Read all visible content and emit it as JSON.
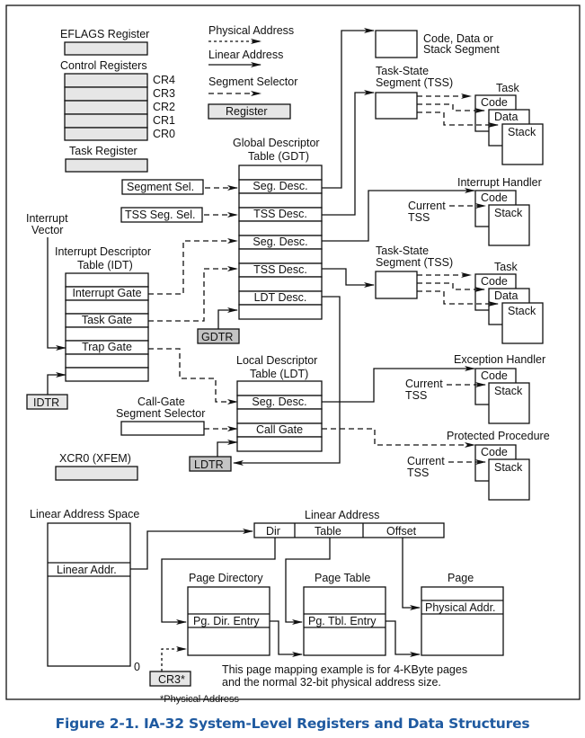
{
  "legend": {
    "physical_address": "Physical Address",
    "linear_address": "Linear Address",
    "segment_selector": "Segment Selector",
    "register": "Register"
  },
  "registers": {
    "eflags": "EFLAGS Register",
    "control": "Control Registers",
    "cr_names": [
      "CR4",
      "CR3",
      "CR2",
      "CR1",
      "CR0"
    ],
    "task": "Task Register",
    "xcr0": "XCR0 (XFEM)",
    "gdtr": "GDTR",
    "idtr": "IDTR",
    "ldtr": "LDTR",
    "cr3": "CR3*"
  },
  "gdt": {
    "title_line1": "Global Descriptor",
    "title_line2": "Table (GDT)",
    "entries": [
      "",
      "Seg. Desc.",
      "",
      "TSS Desc.",
      "",
      "Seg. Desc.",
      "",
      "TSS Desc.",
      "",
      "LDT Desc.",
      ""
    ]
  },
  "idt": {
    "title_line1": "Interrupt Descriptor",
    "title_line2": "Table (IDT)",
    "entries": [
      "",
      "Interrupt Gate",
      "",
      "Task Gate",
      "",
      "Trap Gate",
      "",
      ""
    ]
  },
  "ldt": {
    "title_line1": "Local Descriptor",
    "title_line2": "Table (LDT)",
    "entries": [
      "",
      "Seg. Desc.",
      "",
      "Call Gate",
      ""
    ]
  },
  "selectors": {
    "segment_sel": "Segment Sel.",
    "tss_seg_sel": "TSS Seg. Sel.",
    "interrupt_vector_line1": "Interrupt",
    "interrupt_vector_line2": "Vector",
    "call_gate_line1": "Call-Gate",
    "call_gate_line2": "Segment Selector"
  },
  "segments": {
    "code_data_stack_line1": "Code, Data or",
    "code_data_stack_line2": "Stack Segment",
    "tss_line1": "Task-State",
    "tss_line2": "Segment (TSS)",
    "task": "Task",
    "code": "Code",
    "data": "Data",
    "stack": "Stack",
    "interrupt_handler": "Interrupt Handler",
    "exception_handler": "Exception Handler",
    "protected_procedure": "Protected Procedure",
    "current_line1": "Current",
    "current_line2": "TSS"
  },
  "paging": {
    "linear_address_space": "Linear Address Space",
    "linear_addr": "Linear Addr.",
    "zero": "0",
    "linear_address": "Linear Address",
    "fields": [
      "Dir",
      "Table",
      "Offset"
    ],
    "page_directory": "Page Directory",
    "pg_dir_entry": "Pg. Dir. Entry",
    "page_table": "Page Table",
    "pg_tbl_entry": "Pg. Tbl. Entry",
    "page": "Page",
    "physical_addr": "Physical Addr.",
    "note_line1": "This page mapping example is for 4-KByte pages",
    "note_line2": "and the normal 32-bit physical address size.",
    "footnote": "*Physical Address"
  },
  "caption": "Figure 2-1.  IA-32 System-Level Registers and Data Structures",
  "colors": {
    "caption": "#1f5aa0",
    "register_fill": "#e6e6e6",
    "dark_register_fill": "#c4c4c4"
  }
}
